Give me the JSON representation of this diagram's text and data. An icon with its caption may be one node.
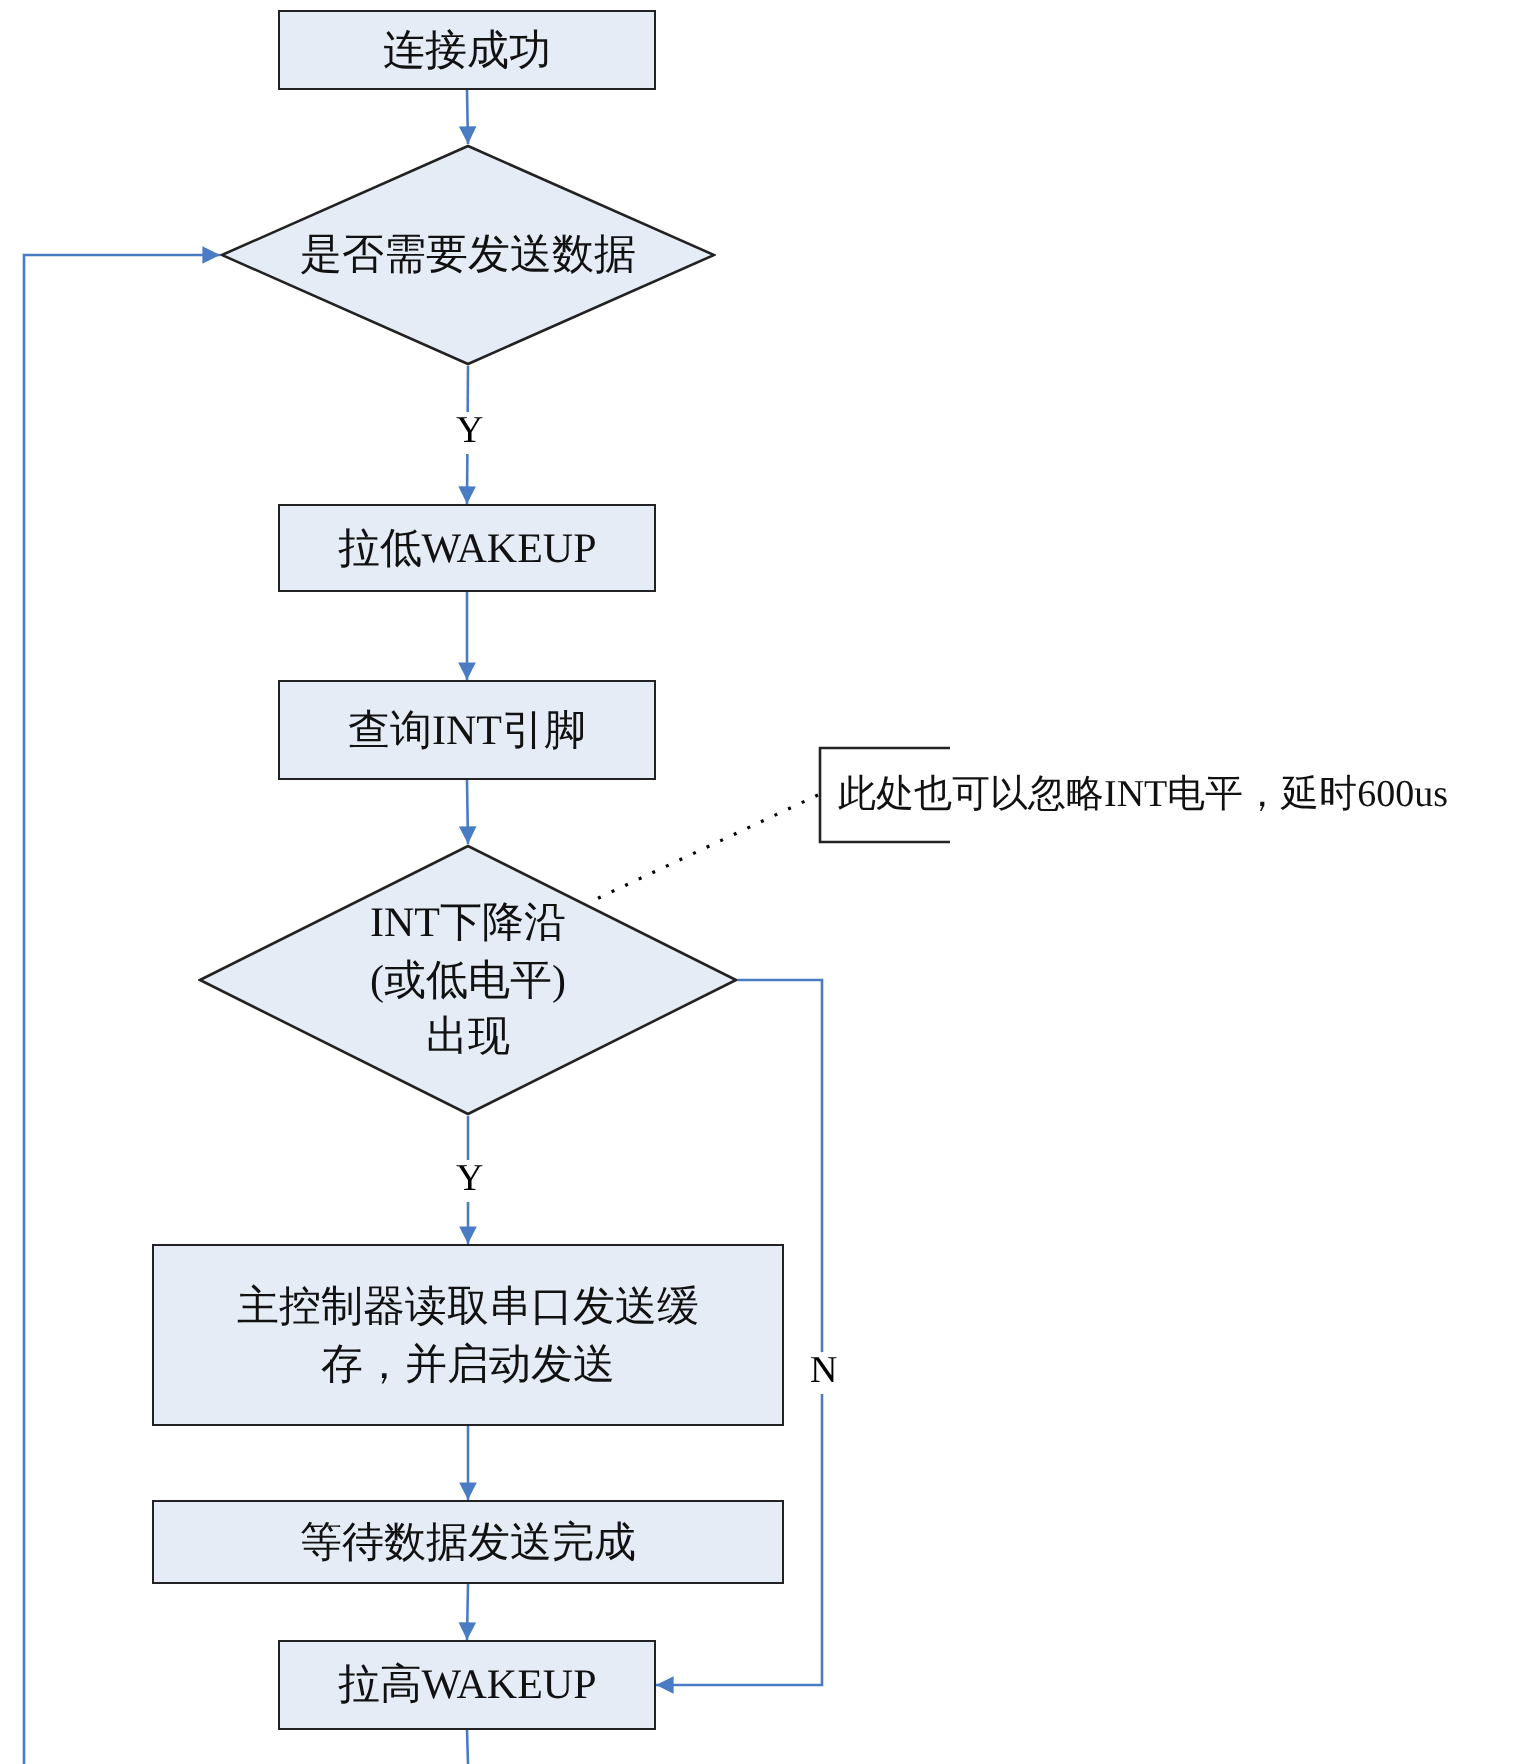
{
  "diagram": {
    "nodes": [
      {
        "text": [
          "连接成功"
        ]
      },
      {
        "text": [
          "是否需要发送数据"
        ]
      },
      {
        "text": [
          "拉低WAKEUP"
        ]
      },
      {
        "text": [
          "查询INT引脚"
        ]
      },
      {
        "text": [
          "INT下降沿(或低电平)出现"
        ]
      },
      {
        "text": [
          "主控制器读取串口发送缓存，并启动发送"
        ]
      },
      {
        "text": [
          "等待数据发送完成"
        ]
      },
      {
        "text": [
          "拉高WAKEUP"
        ]
      },
      {
        "text": [
          "此处也可以忽略INT电平，延时600us"
        ]
      }
    ],
    "edges": [
      {
        "from": 0,
        "to": 1,
        "arrow": "to"
      },
      {
        "from": 1,
        "to": 2,
        "arrow": "to",
        "label": "Y"
      },
      {
        "from": 2,
        "to": 3,
        "arrow": "to"
      },
      {
        "from": 3,
        "to": 4,
        "arrow": "to"
      },
      {
        "from": 4,
        "to": 5,
        "arrow": "to",
        "label": "Y"
      },
      {
        "from": 5,
        "to": 6,
        "arrow": "to"
      },
      {
        "from": 6,
        "to": 7,
        "arrow": "to"
      },
      {
        "from": 4,
        "to": 7,
        "arrow": "to",
        "label": "N"
      },
      {
        "from": 7,
        "to": null,
        "arrow": "none"
      },
      {
        "from": null,
        "to": 1,
        "arrow": "to"
      },
      {
        "from": 8,
        "to": 4,
        "arrow": "none",
        "style": "dashed",
        "color": "#000000"
      }
    ]
  }
}
